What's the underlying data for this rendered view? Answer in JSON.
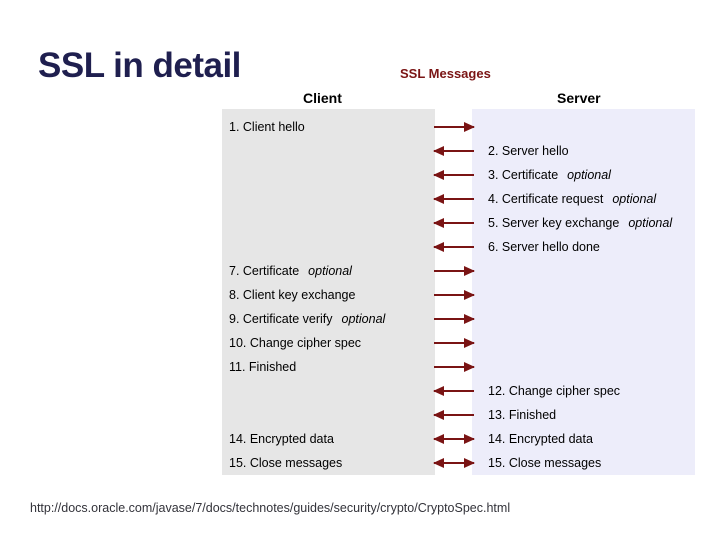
{
  "slide": {
    "title": "SSL in detail",
    "title_color": "#1f1f4f",
    "diagram_heading": "SSL Messages",
    "diagram_heading_color": "#7a1414",
    "columns": {
      "left_label": "Client",
      "right_label": "Server",
      "left_panel_color": "#e6e6e6",
      "right_panel_color": "#ededfa"
    },
    "arrow_color": "#7a1414",
    "optional_label": "optional",
    "rows": [
      {
        "index": 1,
        "side": "left",
        "label": "1. Client hello",
        "optional": false,
        "direction": "to-right"
      },
      {
        "index": 2,
        "side": "right",
        "label": "2. Server hello",
        "optional": false,
        "direction": "to-left"
      },
      {
        "index": 3,
        "side": "right",
        "label": "3. Certificate",
        "optional": true,
        "direction": "to-left"
      },
      {
        "index": 4,
        "side": "right",
        "label": "4. Certificate request",
        "optional": true,
        "direction": "to-left"
      },
      {
        "index": 5,
        "side": "right",
        "label": "5. Server key exchange",
        "optional": true,
        "direction": "to-left"
      },
      {
        "index": 6,
        "side": "right",
        "label": "6. Server hello done",
        "optional": false,
        "direction": "to-left"
      },
      {
        "index": 7,
        "side": "left",
        "label": "7. Certificate",
        "optional": true,
        "direction": "to-right"
      },
      {
        "index": 8,
        "side": "left",
        "label": "8. Client key exchange",
        "optional": false,
        "direction": "to-right"
      },
      {
        "index": 9,
        "side": "left",
        "label": "9. Certificate verify",
        "optional": true,
        "direction": "to-right"
      },
      {
        "index": 10,
        "side": "left",
        "label": "10. Change cipher spec",
        "optional": false,
        "direction": "to-right"
      },
      {
        "index": 11,
        "side": "left",
        "label": "11. Finished",
        "optional": false,
        "direction": "to-right"
      },
      {
        "index": 12,
        "side": "right",
        "label": "12. Change cipher spec",
        "optional": false,
        "direction": "to-left"
      },
      {
        "index": 13,
        "side": "right",
        "label": "13. Finished",
        "optional": false,
        "direction": "to-left"
      },
      {
        "index": 14,
        "side": "both",
        "label": "14. Encrypted data",
        "optional": false,
        "direction": "both"
      },
      {
        "index": 15,
        "side": "both",
        "label": "15. Close messages",
        "optional": false,
        "direction": "both"
      }
    ],
    "footer_url": "http://docs.oracle.com/javase/7/docs/technotes/guides/security/crypto/CryptoSpec.html"
  }
}
